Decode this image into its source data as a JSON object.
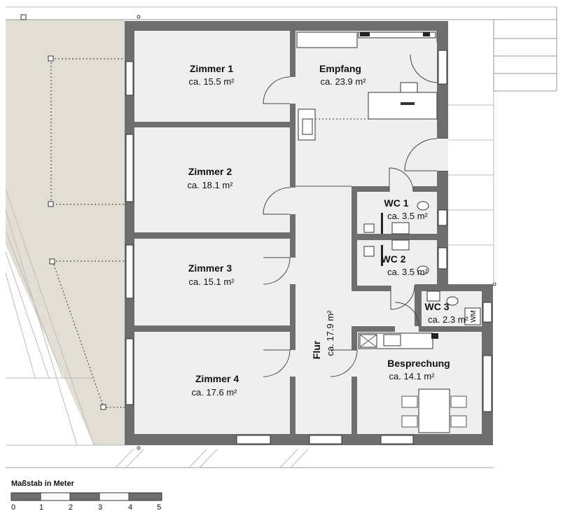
{
  "rooms": [
    {
      "id": "zimmer-1",
      "name": "Zimmer 1",
      "area": "ca. 15.5 m²"
    },
    {
      "id": "zimmer-2",
      "name": "Zimmer 2",
      "area": "ca. 18.1 m²"
    },
    {
      "id": "zimmer-3",
      "name": "Zimmer 3",
      "area": "ca. 15.1 m²"
    },
    {
      "id": "zimmer-4",
      "name": "Zimmer 4",
      "area": "ca. 17.6 m²"
    },
    {
      "id": "empfang",
      "name": "Empfang",
      "area": "ca. 23.9 m²"
    },
    {
      "id": "wc-1",
      "name": "WC 1",
      "area": "ca. 3.5 m²"
    },
    {
      "id": "wc-2",
      "name": "WC 2",
      "area": "ca. 3.5 m²"
    },
    {
      "id": "wc-3",
      "name": "WC 3",
      "area": "ca. 2.3 m²"
    },
    {
      "id": "flur",
      "name": "Flur",
      "area": "ca. 17.9 m²"
    },
    {
      "id": "besprechung",
      "name": "Besprechung",
      "area": "ca. 14.1 m²"
    }
  ],
  "fixture_labels": {
    "wm": "WM"
  },
  "scale_bar": {
    "title": "Maßstab in Meter",
    "ticks": [
      "0",
      "1",
      "2",
      "3",
      "4",
      "5"
    ]
  },
  "colors": {
    "wall": "#6e6e6e",
    "room_floor": "#efefef",
    "outdoor_terrace": "#e2ded3",
    "scale_dark": "#6e6e6e"
  }
}
